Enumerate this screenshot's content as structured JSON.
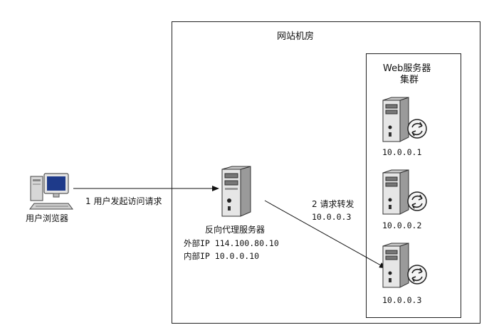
{
  "datacenter": {
    "title": "网站机房"
  },
  "cluster": {
    "title_line1": "Web服务器",
    "title_line2": "集群"
  },
  "client": {
    "label": "用户浏览器"
  },
  "proxy": {
    "label": "反向代理服务器",
    "external_ip": "外部IP  114.100.80.10",
    "internal_ip": "内部IP  10.0.0.10"
  },
  "edges": {
    "request": "1 用户发起访问请求",
    "forward_line1": "2 请求转发",
    "forward_line2": "10.0.0.3"
  },
  "servers": [
    {
      "ip": "10.0.0.1"
    },
    {
      "ip": "10.0.0.2"
    },
    {
      "ip": "10.0.0.3"
    }
  ],
  "icons": {
    "client": "desktop-computer-icon",
    "proxy": "server-tower-icon",
    "web": "web-server-icon"
  }
}
